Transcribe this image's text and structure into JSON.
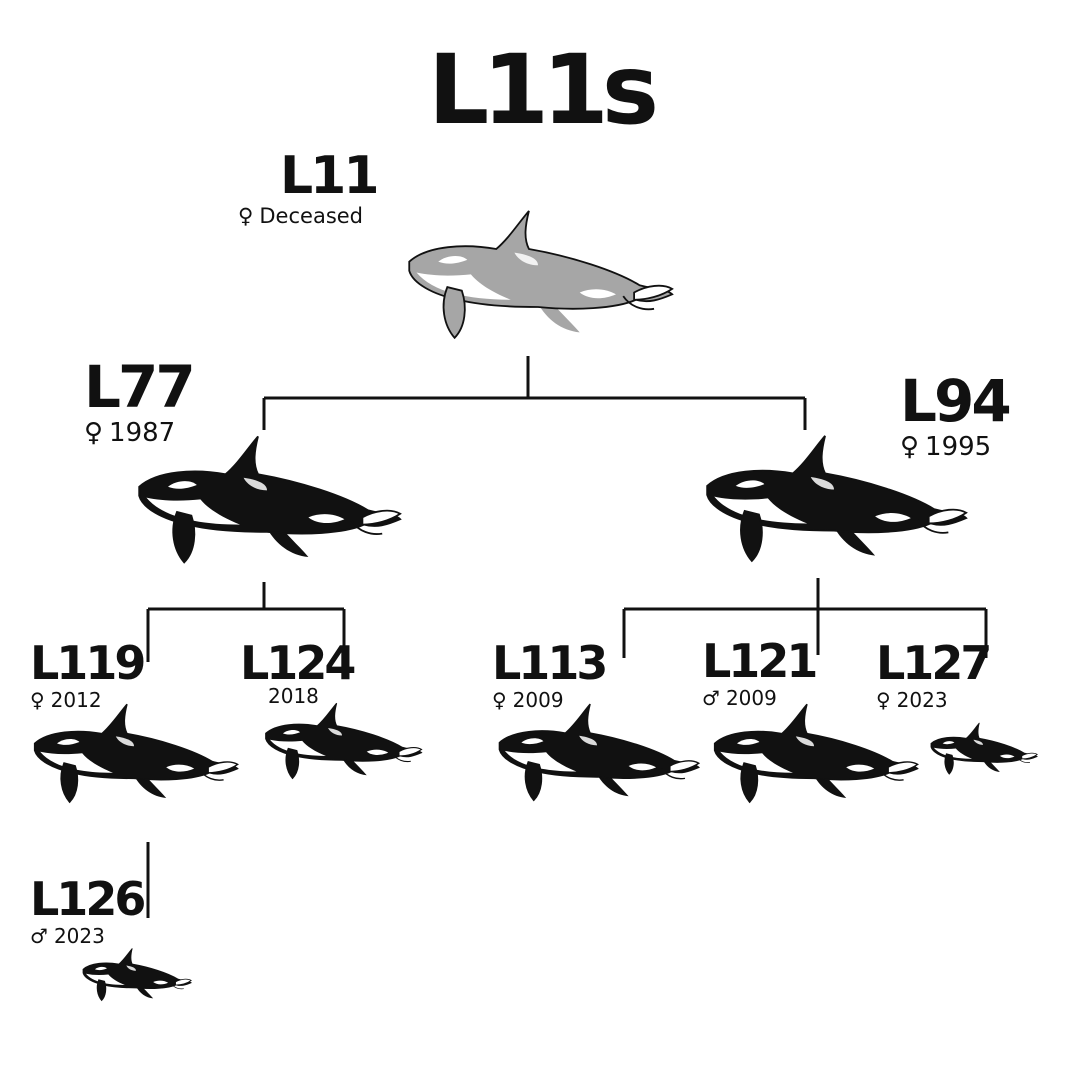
{
  "title": "L11s",
  "nodes": {
    "l11": {
      "name": "L11",
      "sex_symbol": "♀",
      "sex": "female",
      "year": "Deceased",
      "status": "deceased",
      "whale_color": "#a6a6a6",
      "icon": "orca-icon"
    },
    "l77": {
      "name": "L77",
      "sex_symbol": "♀",
      "sex": "female",
      "year": "1987",
      "icon": "orca-icon"
    },
    "l94": {
      "name": "L94",
      "sex_symbol": "♀",
      "sex": "female",
      "year": "1995",
      "icon": "orca-icon"
    },
    "l119": {
      "name": "L119",
      "sex_symbol": "♀",
      "sex": "female",
      "year": "2012",
      "icon": "orca-icon"
    },
    "l124": {
      "name": "L124",
      "sex_symbol": "",
      "year": "2018",
      "icon": "orca-icon"
    },
    "l113": {
      "name": "L113",
      "sex_symbol": "♀",
      "sex": "female",
      "year": "2009",
      "icon": "orca-icon"
    },
    "l121": {
      "name": "L121",
      "sex_symbol": "♂",
      "sex": "male",
      "year": "2009",
      "icon": "orca-icon"
    },
    "l127": {
      "name": "L127",
      "sex_symbol": "♀",
      "sex": "female",
      "year": "2023",
      "icon": "orca-icon"
    },
    "l126": {
      "name": "L126",
      "sex_symbol": "♂",
      "sex": "male",
      "year": "2023",
      "icon": "orca-icon"
    }
  },
  "relationships": [
    {
      "parent": "L11",
      "children": [
        "L77",
        "L94"
      ]
    },
    {
      "parent": "L77",
      "children": [
        "L119",
        "L124"
      ]
    },
    {
      "parent": "L94",
      "children": [
        "L113",
        "L121",
        "L127"
      ]
    },
    {
      "parent": "L119",
      "children": [
        "L126"
      ]
    }
  ],
  "colors": {
    "ink": "#111111",
    "deceased": "#a6a6a6",
    "background": "#ffffff"
  }
}
